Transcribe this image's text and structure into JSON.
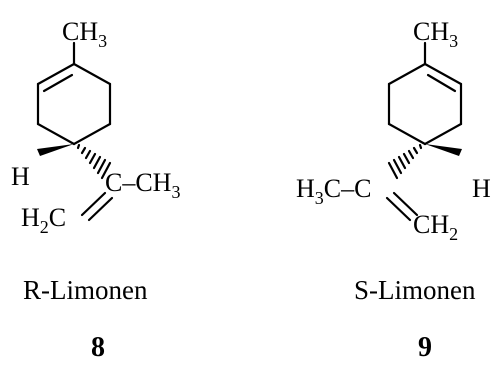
{
  "molecule_8": {
    "top_methyl": {
      "main": "CH",
      "sub": "3"
    },
    "hydrogen": "H",
    "branch_carbon": "C",
    "dash": "–",
    "right_methyl": {
      "main": "CH",
      "sub": "3"
    },
    "methylene": {
      "main": "H",
      "sub": "2",
      "tail": "C"
    },
    "name": "R-Limonen",
    "number": "8"
  },
  "molecule_9": {
    "top_methyl": {
      "main": "CH",
      "sub": "3"
    },
    "hydrogen": "H",
    "left_methyl": {
      "main": "H",
      "sub": "3",
      "tail": "C"
    },
    "dash": "–",
    "branch_carbon": "C",
    "methylene": {
      "main": "CH",
      "sub": "2"
    },
    "name": "S-Limonen",
    "number": "9"
  }
}
